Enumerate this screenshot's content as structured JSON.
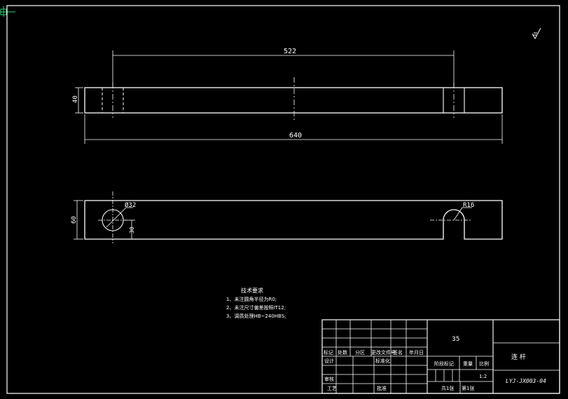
{
  "corner_icon": "crosshair-icon",
  "roughness_symbol": "surface-roughness-symbol",
  "front_view": {
    "dim_center_distance": "522",
    "dim_height": "40",
    "dim_total_length": "640"
  },
  "top_view": {
    "dim_width": "60",
    "dim_hole_diameter": "Ø32",
    "dim_slot_radius": "R16",
    "dim_hole_offset": "30"
  },
  "technical_requirements": {
    "title": "技术要求",
    "items": [
      "1、未注圆角半径为R0;",
      "2、未注尺寸偏差按照IT12;",
      "3、调质处理HB~240HBS;"
    ]
  },
  "title_block": {
    "material": "35",
    "part_name": "连  杆",
    "scale": "1:2",
    "drawing_number": "LYJ-JX003-04",
    "headers": [
      "标记",
      "处数",
      "分区",
      "更改文件号",
      "签名",
      "年月日"
    ],
    "designer_label": "设计",
    "standardization_label": "标准化",
    "reviewer_label": "审核",
    "process_label": "工艺",
    "approval_label": "批准",
    "stage_label": "阶段标记",
    "weight_label": "重量",
    "scale_label": "比例",
    "total_sheets": "共1张",
    "sheet_number": "第1张"
  }
}
